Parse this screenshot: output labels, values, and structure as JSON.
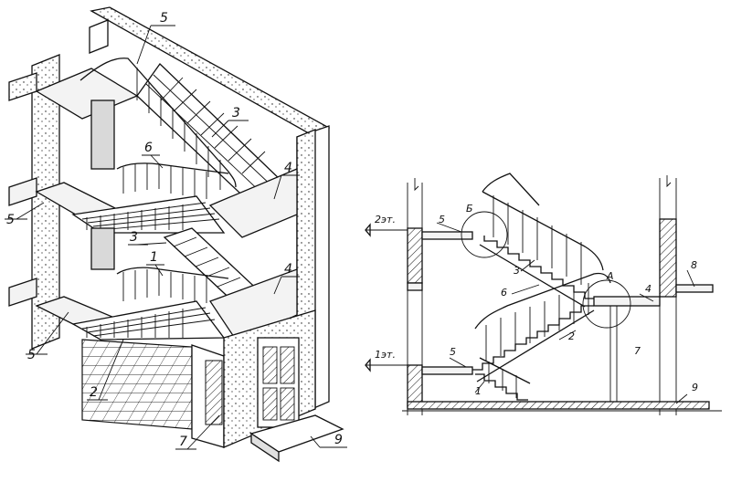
{
  "left_labels": {
    "l5_top": "5",
    "l3_upper": "3",
    "l6": "6",
    "l4_upper": "4",
    "l5_mid": "5",
    "l3_lower": "3",
    "l1": "1",
    "l4_lower": "4",
    "l5_bottom": "5",
    "l2": "2",
    "l7": "7",
    "l9": "9"
  },
  "right_labels": {
    "floor2": "2эт.",
    "floor1": "1эт.",
    "b": "Б",
    "a": "А",
    "r5_upper": "5",
    "r3": "3",
    "r6": "6",
    "r2": "2",
    "r4": "4",
    "r8": "8",
    "r7": "7",
    "r5_lower": "5",
    "r1": "1",
    "r9": "9"
  }
}
